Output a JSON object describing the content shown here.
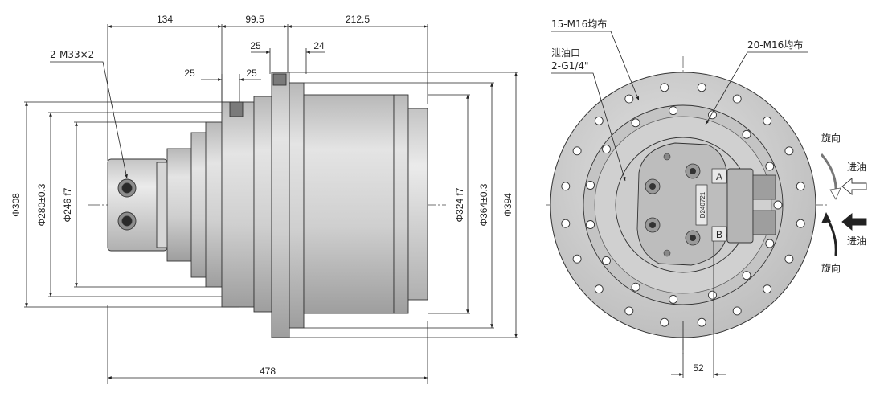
{
  "side_view": {
    "dims_top": {
      "d134": "134",
      "d99_5": "99.5",
      "d212_5": "212.5",
      "d25a": "25",
      "d24": "24",
      "d25b": "25",
      "d25c": "25"
    },
    "dim_bottom": "478",
    "dims_left": {
      "d308": "Φ308",
      "d280": "Φ280±0.3",
      "d246": "Φ246 f7"
    },
    "dims_right": {
      "d324": "Φ324 f7",
      "d364": "Φ364±0.3",
      "d394": "Φ394"
    },
    "port_callout": "2-M33×2"
  },
  "front_view": {
    "callout_15": "15-M16均布",
    "callout_20": "20-M16均布",
    "drain_line1": "泄油口",
    "drain_line2": "2-G1/4\"",
    "dim_52": "52",
    "rot_top": "旋向",
    "inlet_top": "进油",
    "rot_bottom": "旋向",
    "inlet_bottom": "进油",
    "port_a": "A",
    "port_b": "B",
    "model_mark": "D240721"
  },
  "colors": {
    "body": "#c9c9c9",
    "body_dark": "#a6a6a6",
    "body_light": "#e2e2e2",
    "line": "#333333",
    "dim_line": "#222222"
  }
}
